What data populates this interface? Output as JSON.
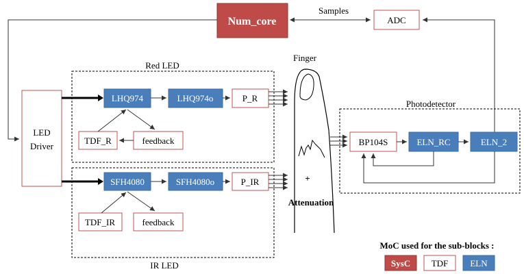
{
  "blocks": {
    "num_core": "Num_core",
    "adc": "ADC",
    "samples": "Samples",
    "led_driver_line1": "LED",
    "led_driver_line2": "Driver",
    "lhq974": "LHQ974",
    "lhq974o": "LHQ974o",
    "p_r": "P_R",
    "tdf_r": "TDF_R",
    "feedback_red": "feedback",
    "sfh4080": "SFH4080",
    "sfh4080o": "SFH4080o",
    "p_ir": "P_IR",
    "tdf_ir": "TDF_IR",
    "feedback_ir": "feedback",
    "bp104s": "BP104S",
    "eln_rc": "ELN_RC",
    "eln_2": "ELN_2"
  },
  "groups": {
    "red_led": "Red LED",
    "ir_led": "IR LED",
    "photodetector": "Photodetector"
  },
  "finger": {
    "label": "Finger",
    "plus": "+",
    "attenuation": "Attenuation"
  },
  "legend": {
    "title": "MoC used for the sub-blocks :",
    "sysc": "SysC",
    "tdf": "TDF",
    "eln": "ELN"
  },
  "colors": {
    "sysc": "#be4b48",
    "tdf_border": "#c0504d",
    "eln": "#4a7ebb"
  }
}
